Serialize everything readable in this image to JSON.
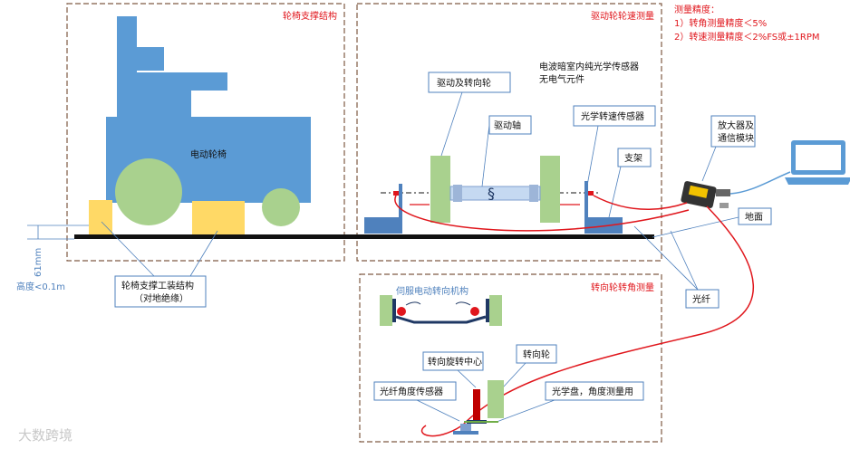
{
  "sections": {
    "wheelchair_support": "轮椅支撑结构",
    "drive_speed": "驱动轮轮速测量",
    "steering_angle": "转向轮转角测量"
  },
  "precision": {
    "title": "测量精度：",
    "line1": "1）转角测量精度＜5%",
    "line2": "2）转速测量精度＜2%FS或±1RPM"
  },
  "labels": {
    "wheelchair": "电动轮椅",
    "sensor_note_line1": "电波暗室内纯光学传感器",
    "sensor_note_line2": "无电气元件",
    "drive_steer_wheel": "驱动及转向轮",
    "drive_shaft": "驱动轴",
    "optical_speed_sensor": "光学转速传感器",
    "bracket": "支架",
    "amplifier_line1": "放大器及",
    "amplifier_line2": "通信模块",
    "ground": "地面",
    "fixture_line1": "轮椅支撑工装结构",
    "fixture_line2": "（对地绝缘）",
    "dimension": "61mm",
    "height": "高度<0.1m",
    "optical_fiber": "光纤",
    "servo_mechanism": "伺服电动转向机构",
    "rotation_center": "转向旋转中心",
    "steering_wheel": "转向轮",
    "fiber_angle_sensor": "光纤角度传感器",
    "optical_disc": "光学盘，角度测量用",
    "watermark": "大数跨境"
  },
  "colors": {
    "wheelchair_blue": "#5b9bd5",
    "wheel_green": "#a9d18e",
    "fixture_yellow": "#ffd966",
    "fiber_red": "#e0161c",
    "frame_brown": "#7f5a44",
    "label_border": "#4f81bd"
  },
  "icons": [
    "laptop-icon",
    "amplifier-module-icon"
  ]
}
